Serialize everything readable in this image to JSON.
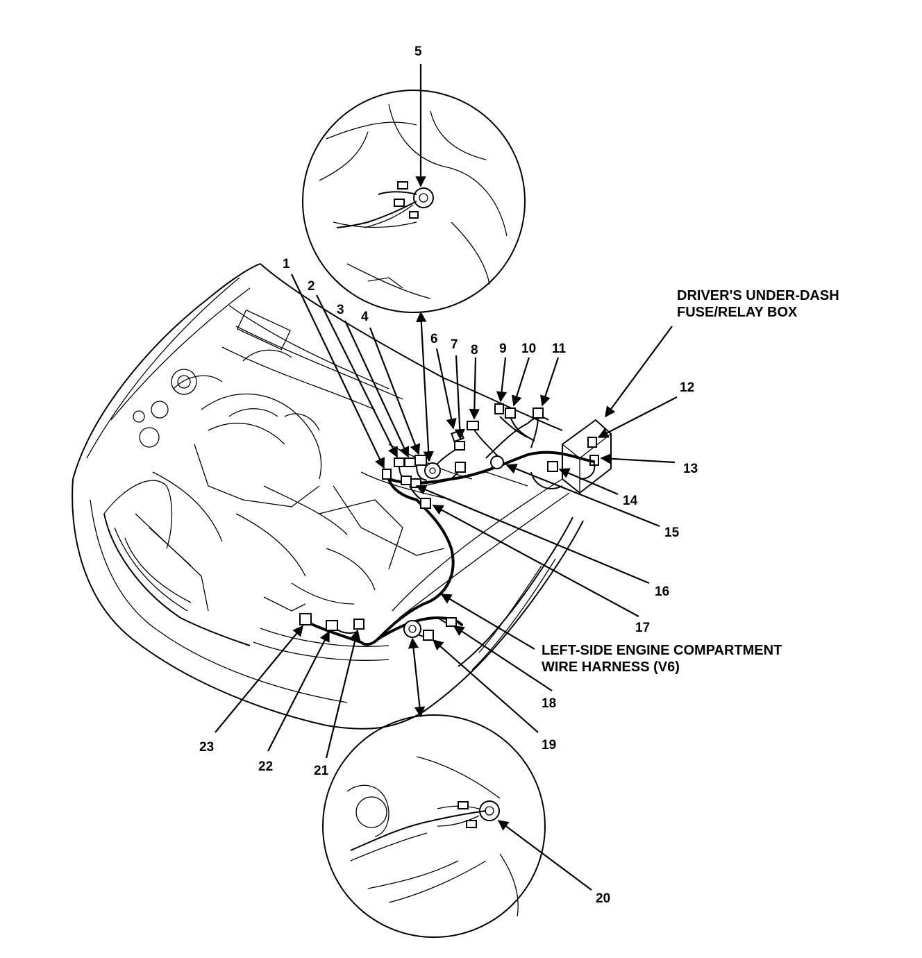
{
  "diagram": {
    "callouts": [
      {
        "id": "1",
        "label": "1"
      },
      {
        "id": "2",
        "label": "2"
      },
      {
        "id": "3",
        "label": "3"
      },
      {
        "id": "4",
        "label": "4"
      },
      {
        "id": "5",
        "label": "5"
      },
      {
        "id": "6",
        "label": "6"
      },
      {
        "id": "7",
        "label": "7"
      },
      {
        "id": "8",
        "label": "8"
      },
      {
        "id": "9",
        "label": "9"
      },
      {
        "id": "10",
        "label": "10"
      },
      {
        "id": "11",
        "label": "11"
      },
      {
        "id": "12",
        "label": "12"
      },
      {
        "id": "13",
        "label": "13"
      },
      {
        "id": "14",
        "label": "14"
      },
      {
        "id": "15",
        "label": "15"
      },
      {
        "id": "16",
        "label": "16"
      },
      {
        "id": "17",
        "label": "17"
      },
      {
        "id": "18",
        "label": "18"
      },
      {
        "id": "19",
        "label": "19"
      },
      {
        "id": "20",
        "label": "20"
      },
      {
        "id": "21",
        "label": "21"
      },
      {
        "id": "22",
        "label": "22"
      },
      {
        "id": "23",
        "label": "23"
      }
    ],
    "fuse_box_label": {
      "line1": "DRIVER'S UNDER-DASH",
      "line2": "FUSE/RELAY BOX"
    },
    "harness_label": {
      "line1": "LEFT-SIDE ENGINE COMPARTMENT",
      "line2": "WIRE HARNESS (V6)"
    }
  }
}
